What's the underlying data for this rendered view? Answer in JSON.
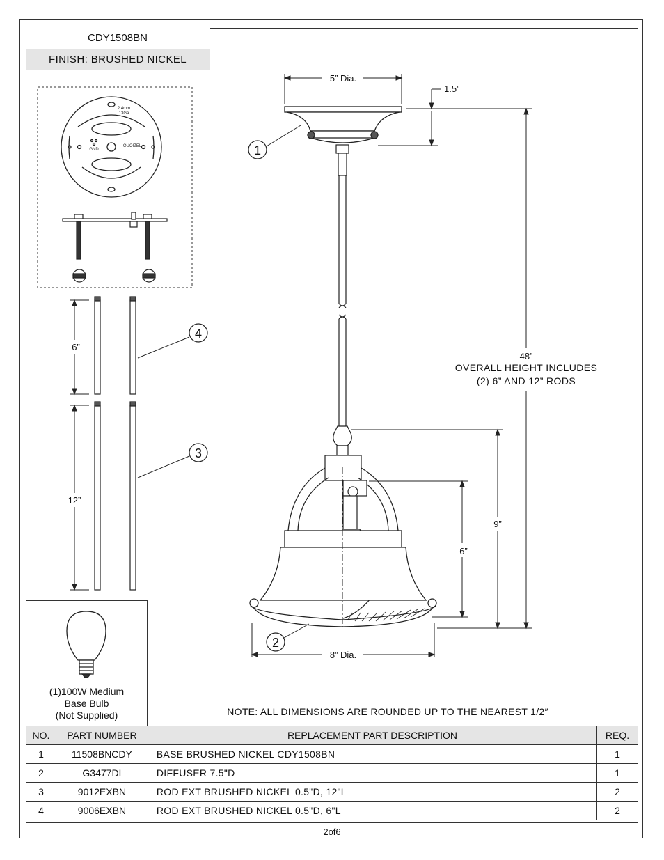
{
  "header": {
    "model": "CDY1508BN",
    "finish": "FINISH: BRUSHED NICKEL"
  },
  "plate": {
    "label_thickness": "2.4mm",
    "label_gauge": "13Ga",
    "label_gnd": "GND",
    "label_brand": "QUOIZEL"
  },
  "rods": {
    "short_length": "6”",
    "long_length": "12”",
    "callout_short": "4",
    "callout_long": "3"
  },
  "fixture": {
    "canopy_dia": "5” Dia.",
    "canopy_height": "1.5”",
    "overall_height": "48”",
    "overall_note_1": "OVERALL HEIGHT INCLUDES",
    "overall_note_2": "(2) 6” AND 12” RODS",
    "shade_height": "9”",
    "glass_height": "6”",
    "shade_dia": "8” Dia.",
    "callout_canopy": "1",
    "callout_diffuser": "2"
  },
  "bulb": {
    "line1": "(1)100W Medium",
    "line2": "Base Bulb",
    "line3": "(Not Supplied)"
  },
  "note": "NOTE:  ALL DIMENSIONS ARE ROUNDED UP TO THE NEAREST  1/2″",
  "table": {
    "headers": [
      "NO.",
      "PART NUMBER",
      "REPLACEMENT PART DESCRIPTION",
      "REQ."
    ],
    "rows": [
      {
        "no": "1",
        "part": "11508BNCDY",
        "desc": "BASE BRUSHED NICKEL CDY1508BN",
        "req": "1"
      },
      {
        "no": "2",
        "part": "G3477DI",
        "desc": "DIFFUSER 7.5\"D",
        "req": "1"
      },
      {
        "no": "3",
        "part": "9012EXBN",
        "desc": "ROD EXT BRUSHED NICKEL 0.5\"D, 12\"L",
        "req": "2"
      },
      {
        "no": "4",
        "part": "9006EXBN",
        "desc": "ROD EXT BRUSHED NICKEL 0.5\"D, 6\"L",
        "req": "2"
      }
    ]
  },
  "page": "2of6"
}
